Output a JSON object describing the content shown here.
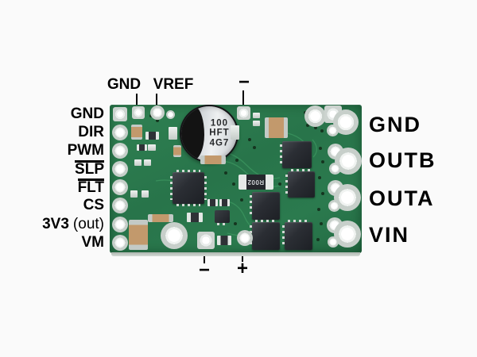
{
  "pins": {
    "left": [
      {
        "label": "GND",
        "overline": false
      },
      {
        "label": "DIR",
        "overline": false
      },
      {
        "label": "PWM",
        "overline": false
      },
      {
        "label": "SLP",
        "overline": true
      },
      {
        "label": "FLT",
        "overline": true
      },
      {
        "label": "CS",
        "overline": false
      },
      {
        "label": "3V3",
        "suffix": "(out)",
        "overline": false
      },
      {
        "label": "VM",
        "overline": false
      }
    ],
    "top": [
      "GND",
      "VREF",
      "−"
    ],
    "bottom": [
      "−",
      "+"
    ],
    "right": [
      "GND",
      "OUTB",
      "OUTA",
      "VIN"
    ]
  },
  "components": {
    "capacitor_marking": [
      "100",
      "HFT",
      "4G7"
    ],
    "shunt_marking": "R002"
  },
  "colors": {
    "pcb_green": "#2b7a4c",
    "background": "#fafafa",
    "label_text": "#000000",
    "silver_pad": "#d7dcd9",
    "chip_dark": "#26292e",
    "capacitor_tan": "#c2996c"
  }
}
